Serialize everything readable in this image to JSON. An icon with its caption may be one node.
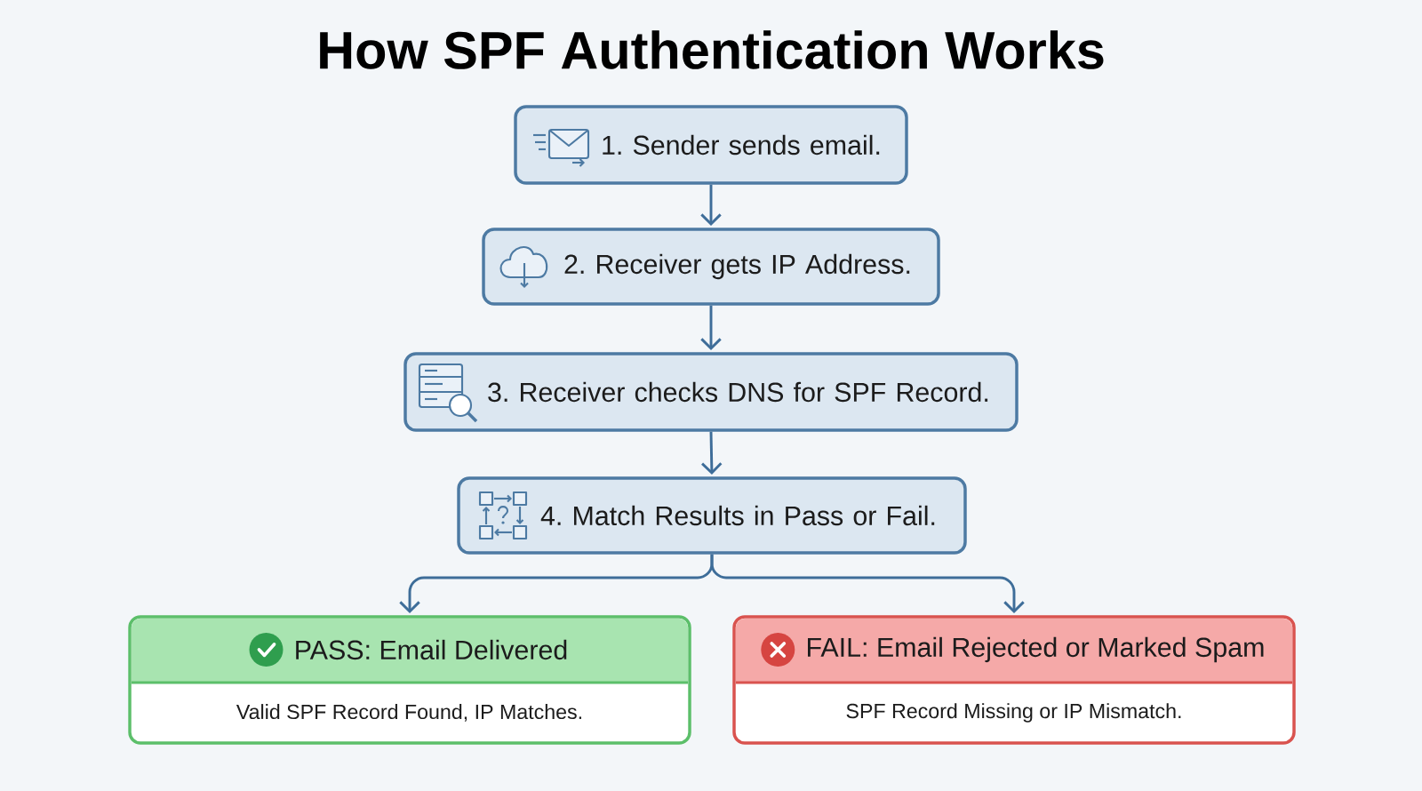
{
  "diagram": {
    "title": "How SPF Authentication Works",
    "nodes": [
      {
        "text": [
          "1. Sender sends email."
        ]
      },
      {
        "text": [
          "2. Receiver gets IP Address."
        ]
      },
      {
        "text": [
          "3. Receiver checks DNS for SPF Record."
        ]
      },
      {
        "text": [
          "4. Match Results in Pass or Fail."
        ]
      },
      {
        "text": [
          "PASS: Email Delivered",
          "Valid SPF Record Found, IP Matches."
        ]
      },
      {
        "text": [
          "FAIL: Email Rejected or Marked Spam",
          "SPF Record Missing or IP Mismatch."
        ]
      }
    ],
    "edges": [
      {
        "from": 0,
        "to": 1,
        "arrow": "to"
      },
      {
        "from": 1,
        "to": 2,
        "arrow": "to"
      },
      {
        "from": 2,
        "to": 3,
        "arrow": "to"
      },
      {
        "from": 3,
        "to": 4,
        "arrow": "to"
      },
      {
        "from": 3,
        "to": 5,
        "arrow": "to"
      }
    ]
  }
}
